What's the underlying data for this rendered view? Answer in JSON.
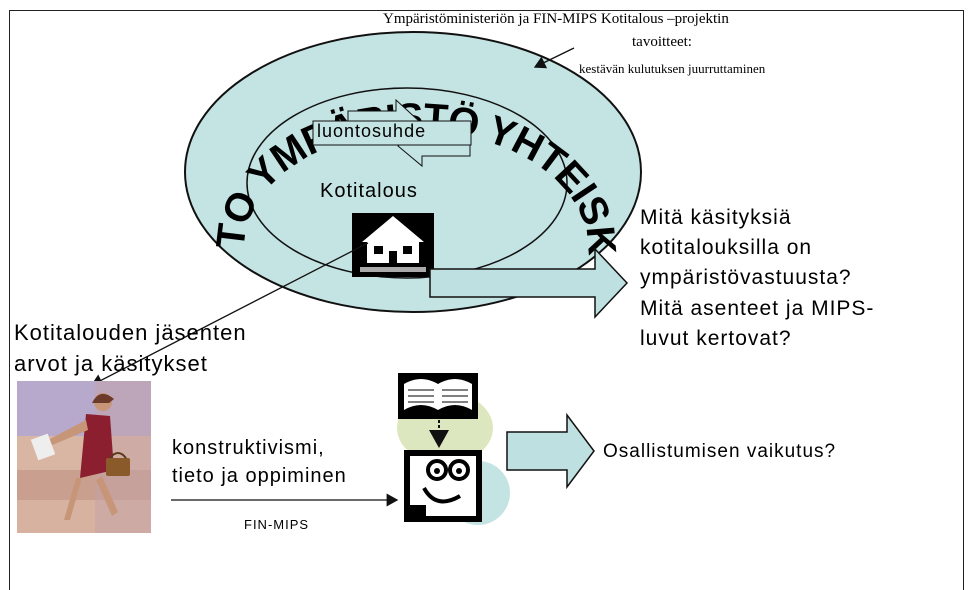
{
  "header": {
    "line1": "Ympäristöministeriön ja FIN-MIPS Kotitalous –projektin",
    "line2": "tavoitteet:",
    "line3": "kestävän kulutuksen juurruttaminen"
  },
  "ring_text": "LUONTO YMPÄRISTÖ YHTEISKUNTA",
  "luontosuhde": "luontosuhde",
  "kotitalous": "Kotitalous",
  "question1": [
    "Mitä käsityksiä",
    "kotitalouksilla on",
    "ympäristövastuusta?",
    "Mitä asenteet ja MIPS-",
    "luvut kertovat?"
  ],
  "members": [
    "Kotitalouden jäsenten",
    "arvot ja käsitykset"
  ],
  "konstruktivismi": [
    "konstruktivismi,",
    "tieto ja oppiminen"
  ],
  "finmips": "FIN-MIPS",
  "osallistumisen": "Osallistumisen vaikutus?",
  "colors": {
    "ellipse_fill": "#c4e3e3",
    "arrow_fill": "#bfe0e0",
    "blob_fill": "#dde7bf",
    "stroke": "#111111"
  }
}
